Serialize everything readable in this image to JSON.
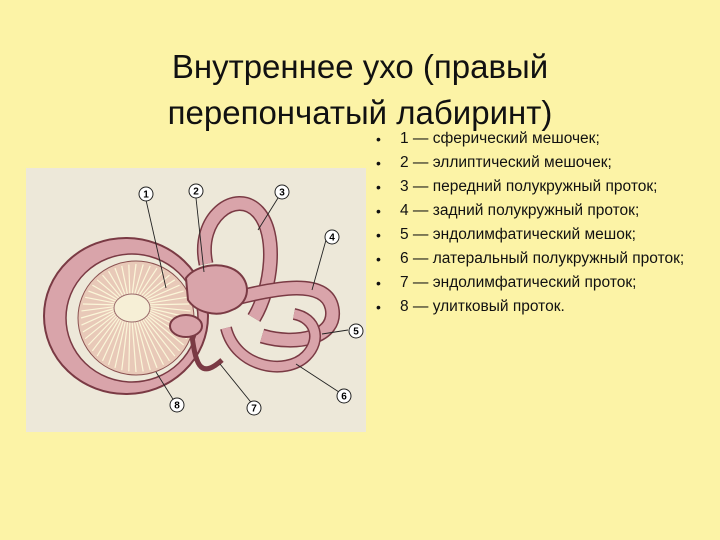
{
  "title": {
    "line1": "Внутреннее ухо (правый",
    "line2": "перепончатый лабиринт)"
  },
  "legend": [
    {
      "text": "1 — сферический мешочек;"
    },
    {
      "text": "2 — эллиптический мешочек;"
    },
    {
      "text": "3 — передний полукружный проток;"
    },
    {
      "text": "4 — задний полукружный проток;"
    },
    {
      "text": "5 — эндолимфатический мешок;"
    },
    {
      "text": "6 — латеральный полукружный проток;"
    },
    {
      "text": "7 — эндолимфатический проток;"
    },
    {
      "text": "8 — улитковый проток."
    }
  ],
  "figure": {
    "markers": [
      "1",
      "2",
      "3",
      "4",
      "5",
      "6",
      "7",
      "8"
    ]
  },
  "colors": {
    "background": "#fcf3a6",
    "figure_bg": "#ede8d9",
    "membrane_fill": "#d9a4aa",
    "membrane_stroke": "#7a3a44",
    "fiber": "#fbf6d8"
  }
}
